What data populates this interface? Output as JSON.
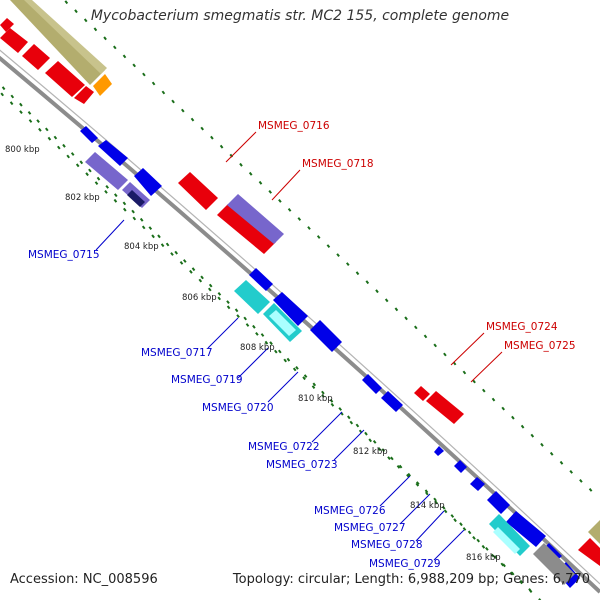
{
  "title": "Mycobacterium smegmatis str. MC2 155, complete genome",
  "footer": {
    "accession": "Accession: NC_008596",
    "summary": "Topology: circular; Length: 6,988,209 bp; Genes: 6,770"
  },
  "colors": {
    "backbone": "#8c8c8c",
    "forward_gene": "#e8000b",
    "reverse_gene": "#0000e8",
    "rna_gene": "#7766cc",
    "cds_alt": "#22cccc",
    "tick": "#1a6e1a",
    "label_forward": "#cc0000",
    "label_reverse": "#0000cc",
    "olive_feature": "#b3ad6e",
    "orange_feature": "#ff9900"
  },
  "tick_labels": [
    "800 kbp",
    "802 kbp",
    "804 kbp",
    "806 kbp",
    "808 kbp",
    "810 kbp",
    "812 kbp",
    "814 kbp",
    "816 kbp"
  ],
  "gene_labels": {
    "forward": [
      "MSMEG_0716",
      "MSMEG_0718",
      "MSMEG_0724",
      "MSMEG_0725"
    ],
    "reverse": [
      "MSMEG_0715",
      "MSMEG_0717",
      "MSMEG_0719",
      "MSMEG_0720",
      "MSMEG_0722",
      "MSMEG_0723",
      "MSMEG_0726",
      "MSMEG_0727",
      "MSMEG_0728",
      "MSMEG_0729"
    ]
  }
}
